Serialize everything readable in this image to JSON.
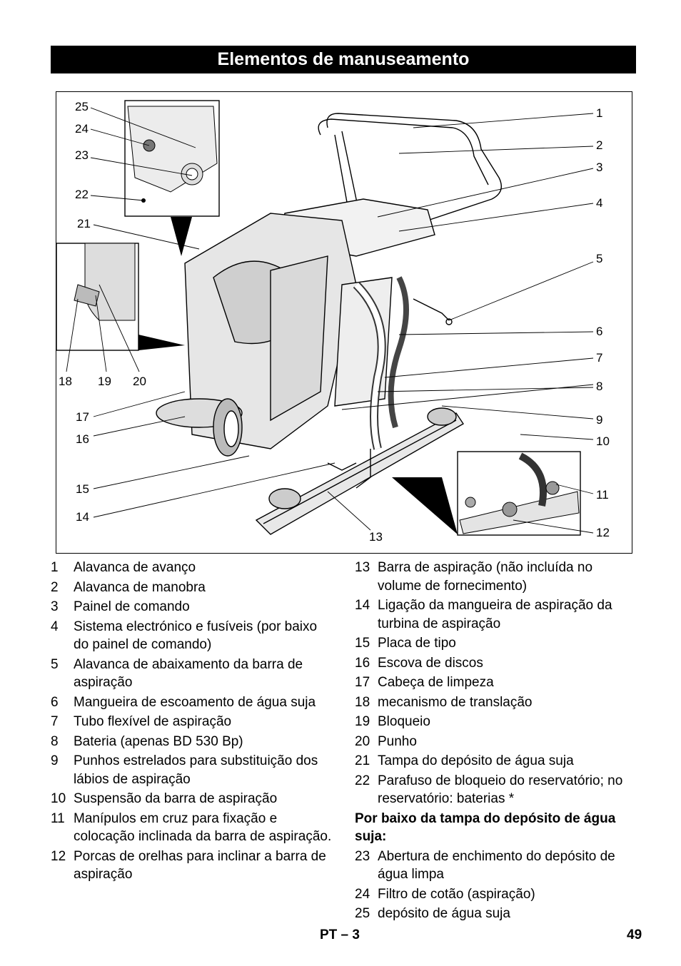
{
  "header": {
    "title": "Elementos de manuseamento"
  },
  "figure": {
    "callouts": [
      "1",
      "2",
      "3",
      "4",
      "5",
      "6",
      "7",
      "8",
      "9",
      "10",
      "11",
      "12",
      "13",
      "14",
      "15",
      "16",
      "17",
      "18",
      "19",
      "20",
      "21",
      "22",
      "23",
      "24",
      "25"
    ]
  },
  "legend_left": [
    {
      "num": "1",
      "text": "Alavanca de avanço"
    },
    {
      "num": "2",
      "text": "Alavanca de manobra"
    },
    {
      "num": "3",
      "text": "Painel de comando"
    },
    {
      "num": "4",
      "text": "Sistema electrónico e fusíveis (por baixo do painel de comando)"
    },
    {
      "num": "5",
      "text": "Alavanca de abaixamento da barra de aspiração"
    },
    {
      "num": "6",
      "text": "Mangueira de escoamento de água suja"
    },
    {
      "num": "7",
      "text": "Tubo flexível de aspiração"
    },
    {
      "num": "8",
      "text": "Bateria (apenas BD 530 Bp)"
    },
    {
      "num": "9",
      "text": "Punhos estrelados para substituição dos lábios de aspiração"
    },
    {
      "num": "10",
      "text": "Suspensão da barra de aspiração"
    },
    {
      "num": "11",
      "text": "Manípulos em cruz para fixação e colocação inclinada da barra de aspiração."
    },
    {
      "num": "12",
      "text": "Porcas de orelhas para inclinar a barra de aspiração"
    }
  ],
  "legend_right": [
    {
      "num": "13",
      "text": "Barra de aspiração (não incluída no volume de fornecimento)"
    },
    {
      "num": "14",
      "text": "Ligação da mangueira de aspiração da turbina de aspiração"
    },
    {
      "num": "15",
      "text": "Placa de tipo"
    },
    {
      "num": "16",
      "text": "Escova de discos"
    },
    {
      "num": "17",
      "text": "Cabeça de limpeza"
    },
    {
      "num": "18",
      "text": "mecanismo de translação"
    },
    {
      "num": "19",
      "text": "Bloqueio"
    },
    {
      "num": "20",
      "text": "Punho"
    },
    {
      "num": "21",
      "text": "Tampa do depósito de água suja"
    },
    {
      "num": "22",
      "text": "Parafuso de bloqueio do reservatório; no reservatório: baterias *"
    }
  ],
  "legend_subhead": "Por baixo da tampa do depósito de água suja:",
  "legend_right_after": [
    {
      "num": "23",
      "text": "Abertura de enchimento do depósito de água limpa"
    },
    {
      "num": "24",
      "text": "Filtro de cotão (aspiração)"
    },
    {
      "num": "25",
      "text": "depósito de água suja"
    }
  ],
  "footer": {
    "section": "PT – 3",
    "page": "49"
  }
}
